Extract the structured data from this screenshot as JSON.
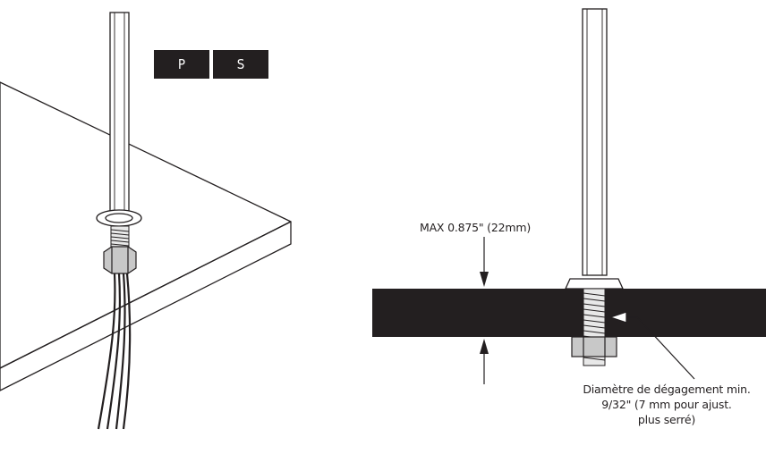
{
  "badges": {
    "p": "P",
    "s": "S"
  },
  "dimension_label": "MAX 0.875\" (22mm)",
  "clearance_label": {
    "line1": "Diamètre de dégagement min.",
    "line2": "9/32\" (7 mm pour ajust.",
    "line3": "plus serré)"
  },
  "colors": {
    "ink": "#231f20",
    "panel": "#231f20",
    "background": "#ffffff",
    "nut": "#c8c8c8"
  }
}
